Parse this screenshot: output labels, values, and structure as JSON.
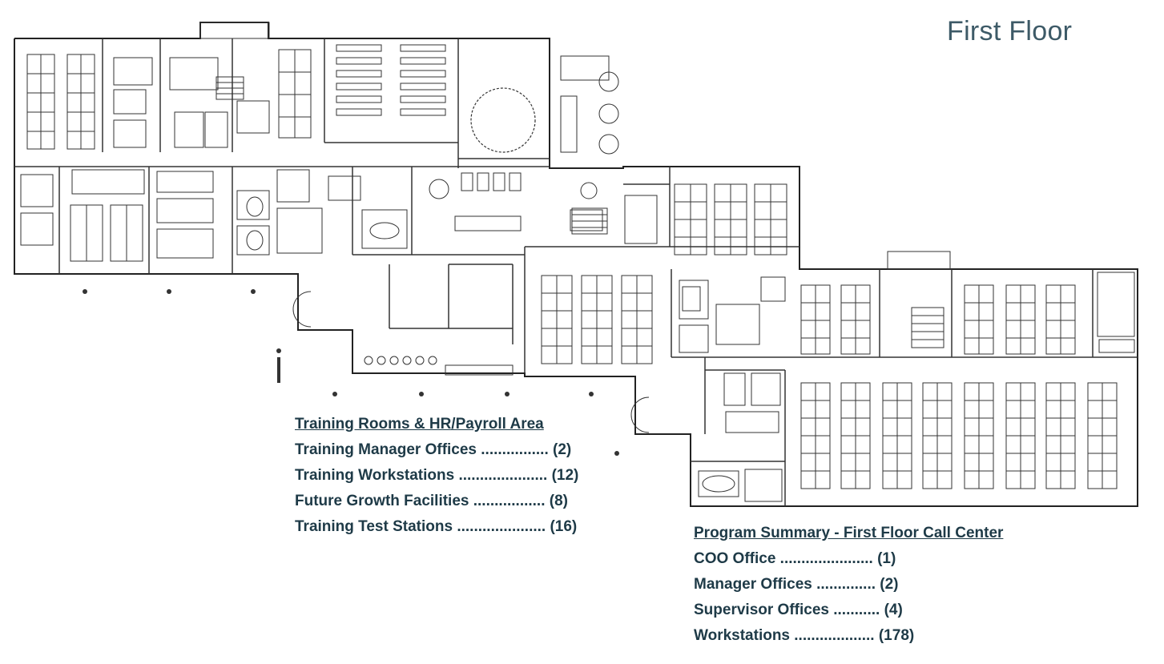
{
  "title": "First Floor",
  "legends": [
    {
      "heading": "Training Rooms & HR/Payroll Area",
      "items": [
        "Training Manager Offices ................ (2)",
        "Training Workstations ..................... (12)",
        "Future Growth Facilities ................. (8)",
        "Training Test Stations ..................... (16)"
      ]
    },
    {
      "heading": "Program Summary - First Floor Call Center",
      "items": [
        "COO Office ...................... (1)",
        "Manager Offices .............. (2)",
        "Supervisor Offices ........... (4)",
        "Workstations ................... (178)"
      ]
    }
  ]
}
